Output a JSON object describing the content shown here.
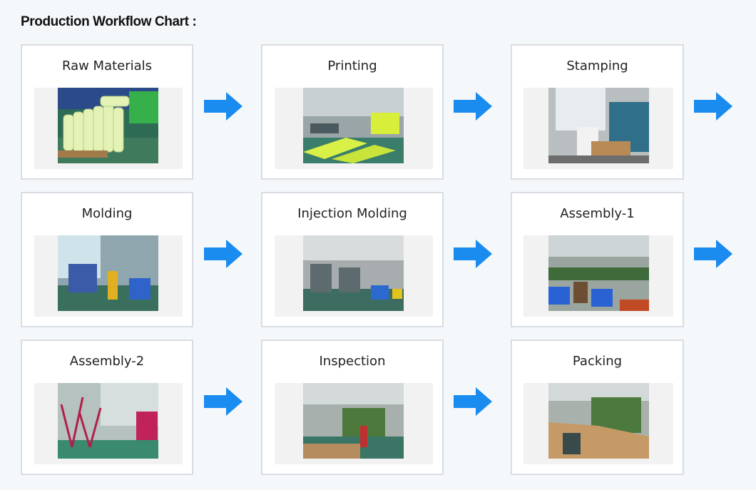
{
  "heading": "Production Workflow Chart :",
  "colors": {
    "arrow": "#1a8cf0",
    "card_border": "#d9dde3",
    "background": "#f5f8fb"
  },
  "steps": [
    {
      "label": "Raw Materials",
      "photo": "raw-materials-photo"
    },
    {
      "label": "Printing",
      "photo": "printing-photo"
    },
    {
      "label": "Stamping",
      "photo": "stamping-photo"
    },
    {
      "label": "Molding",
      "photo": "molding-photo"
    },
    {
      "label": "Injection Molding",
      "photo": "injection-molding-photo"
    },
    {
      "label": "Assembly-1",
      "photo": "assembly-1-photo"
    },
    {
      "label": "Assembly-2",
      "photo": "assembly-2-photo"
    },
    {
      "label": "Inspection",
      "photo": "inspection-photo"
    },
    {
      "label": "Packing",
      "photo": "packing-photo"
    }
  ],
  "arrow_icon": "right-arrow-icon"
}
